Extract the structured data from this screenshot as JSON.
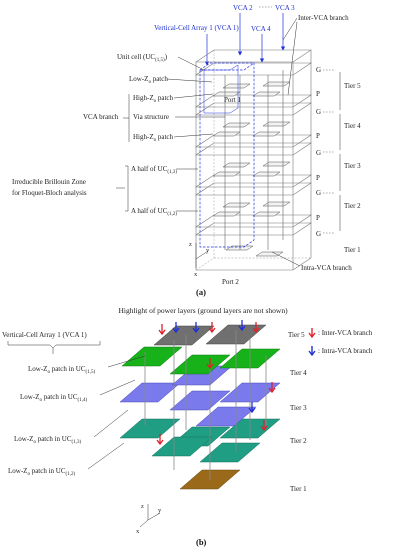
{
  "panel_a": {
    "top_labels": {
      "vca2": "VCA 2",
      "vca3": "VCA 3",
      "vca4": "VCA 4",
      "vca1": "Vertical-Cell Array 1 (VCA 1)"
    },
    "left_labels": {
      "unit_cell": "Unit cell (UC",
      "unit_cell_sub": "(1,5)",
      "low_patch": "Low-Z",
      "low_patch_sub": "o",
      "low_patch_tail": " patch",
      "high_patch_1": "High-Z",
      "high_patch_sub": "o",
      "high_patch_tail": " patch",
      "vca_branch": "VCA branch",
      "via": "Via structure",
      "high_patch_2": "High-Z",
      "ibz_1": "Irreducible Brillouin Zone",
      "ibz_2": "for Floquet-Bloch analysis",
      "half_uc_13": "A half of UC",
      "half_uc_13_sub": "(1,3)",
      "half_uc_12": "A half of UC",
      "half_uc_12_sub": "(1,2)",
      "port1": "Port 1",
      "port2": "Port 2"
    },
    "right_labels": {
      "inter_vca": "Inter-VCA branch",
      "intra_vca": "Intra-VCA branch",
      "tiers": [
        "Tier 5",
        "Tier 4",
        "Tier 3",
        "Tier 2",
        "Tier 1"
      ],
      "g": "G",
      "p": "P"
    },
    "axes": {
      "z": "z",
      "y": "y",
      "x": "x"
    },
    "caption": "(a)"
  },
  "panel_b": {
    "title": "Highlight of power layers (ground layers are not shown)",
    "vca1": "Vertical-Cell Array 1 (VCA 1)",
    "legend": {
      "inter": ": Inter-VCA branch",
      "intra": ": Intra-VCA branch",
      "inter_color": "#e0202a",
      "intra_color": "#1f2fd8"
    },
    "patches": [
      {
        "text": "Low-Z",
        "sub": "o",
        "tail": " patch in UC",
        "uc": "(1,5)"
      },
      {
        "text": "Low-Z",
        "sub": "o",
        "tail": " patch in UC",
        "uc": "(1,4)"
      },
      {
        "text": "Low-Z",
        "sub": "o",
        "tail": " patch in UC",
        "uc": "(1,3)"
      },
      {
        "text": "Low-Z",
        "sub": "o",
        "tail": " patch in UC",
        "uc": "(1,2)"
      }
    ],
    "tiers": [
      "Tier 5",
      "Tier 4",
      "Tier 3",
      "Tier 2",
      "Tier 1"
    ],
    "tier_colors": [
      "#707070",
      "#17b21a",
      "#7a7aec",
      "#1f9e84",
      "#9a6a1a"
    ],
    "axes": {
      "z": "z",
      "y": "y",
      "x": "x"
    },
    "caption": "(b)"
  }
}
